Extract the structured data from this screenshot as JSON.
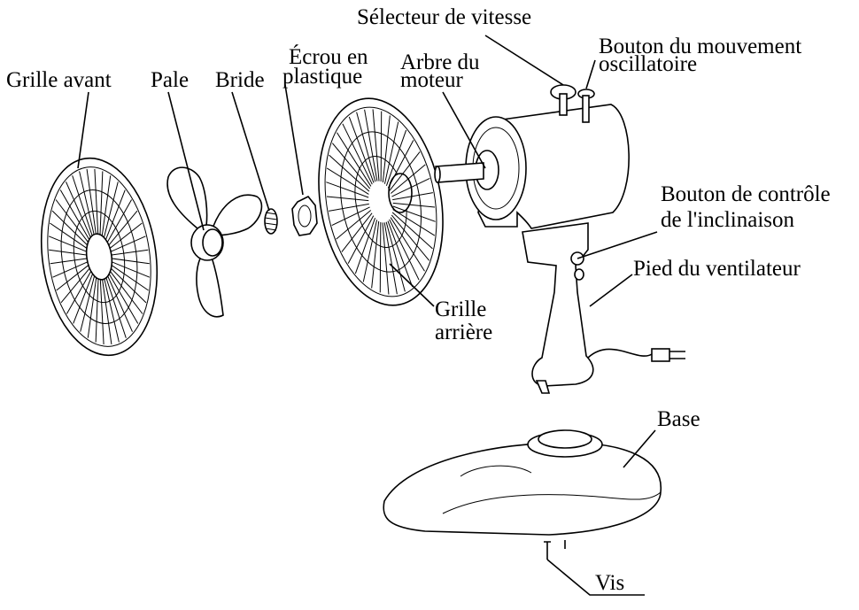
{
  "labels": {
    "speed_selector": "Sélecteur de vitesse",
    "oscillation_button_line1": "Bouton du mouvement",
    "oscillation_button_line2": "oscillatoire",
    "front_grille": "Grille avant",
    "blade": "Pale",
    "flange": "Bride",
    "plastic_nut_line1": "Écrou en",
    "plastic_nut_line2": "plastique",
    "motor_shaft_line1": "Arbre du",
    "motor_shaft_line2": "moteur",
    "tilt_knob_line1": "Bouton de contrôle",
    "tilt_knob_line2": "de l'inclinaison",
    "fan_stand": "Pied du ventilateur",
    "rear_grille_line1": "Grille",
    "rear_grille_line2": "arrière",
    "base": "Base",
    "screw": "Vis"
  }
}
